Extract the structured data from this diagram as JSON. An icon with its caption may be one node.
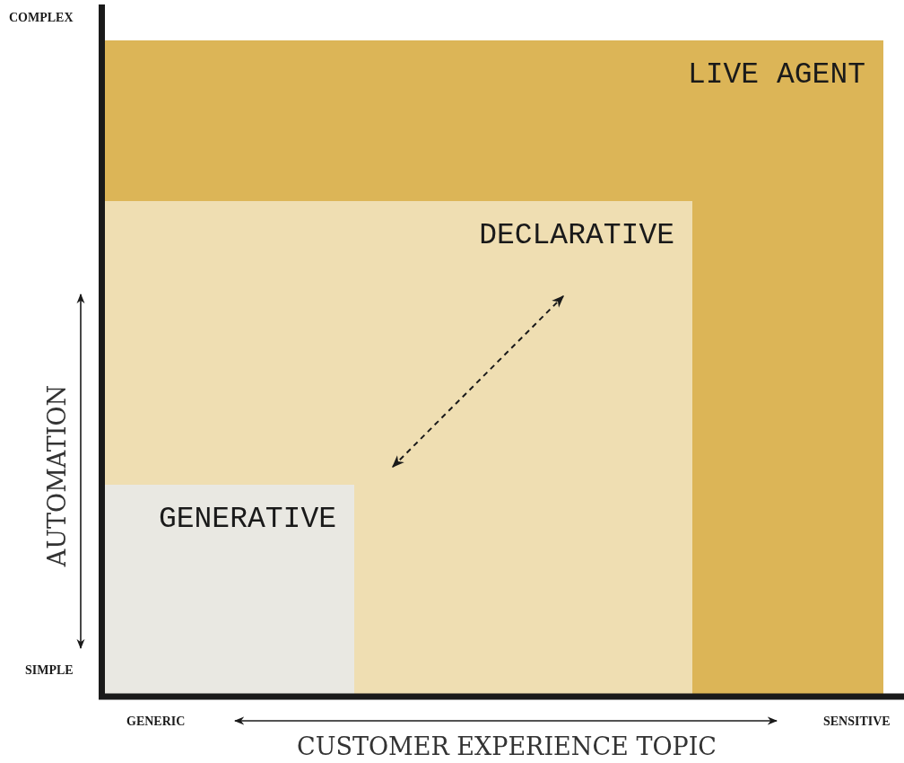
{
  "diagram": {
    "nodes": [
      {
        "text": [
          "LIVE AGENT"
        ]
      },
      {
        "text": [
          "DECLARATIVE"
        ],
        "in": 0
      },
      {
        "text": [
          "GENERATIVE"
        ],
        "in": 1
      }
    ],
    "labels": [
      "COMPLEX",
      "AUTOMATION",
      "SIMPLE",
      "GENERIC",
      "SENSITIVE",
      "CUSTOMER EXPERIENCE TOPIC"
    ]
  }
}
